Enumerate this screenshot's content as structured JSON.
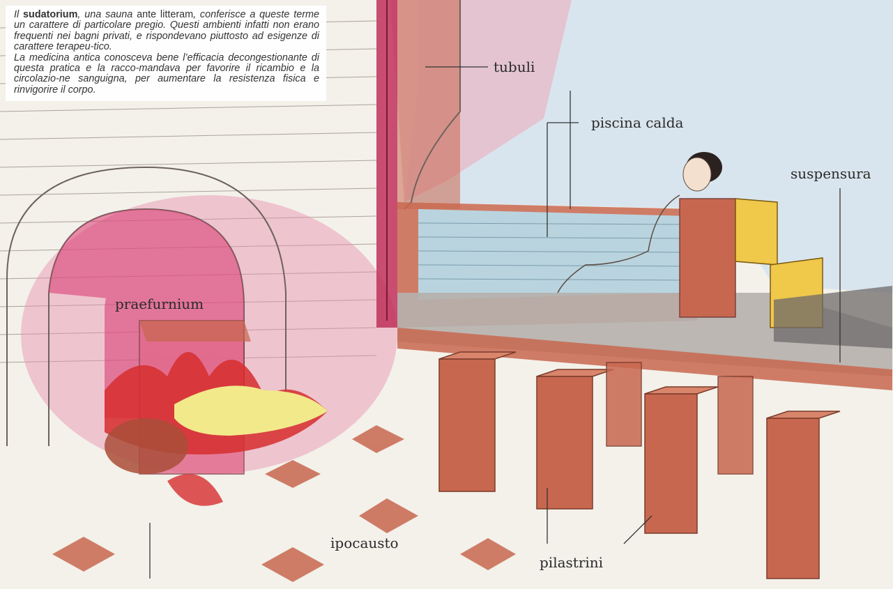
{
  "caption": {
    "p1": {
      "w1": "Il",
      "term": "sudatorium",
      "w2": ", una sauna",
      "w3": "ante litteram",
      "w4": ", conferisce a queste terme un carattere di particolare pregio. Questi ambienti infatti non erano frequenti nei bagni privati, e rispondevano piuttosto ad esigenze di carattere terapeu-tico."
    },
    "p2": "La medicina antica conosceva bene l’efficacia decongestionante di questa pratica e la racco-mandava per favorire il ricambio e la circolazio-ne sanguigna, per aumentare la resistenza fisica e rinvigorire il corpo."
  },
  "labels": {
    "tubuli": "tubuli",
    "piscina_calda": "piscina calda",
    "suspensura": "suspensura",
    "praefurnium": "praefurnium",
    "ipocausto": "ipocausto",
    "pilastrini": "pilastrini"
  },
  "colors": {
    "brick": "#c8674f",
    "brick_dark": "#a94d38",
    "flame_red": "#d62e2e",
    "flame_yellow": "#f2e98a",
    "water": "#b9d4df",
    "sky": "#cfe1ee",
    "bench": "#f0c84a",
    "stone": "#b6b0ac",
    "pink_wall": "#e9a8b8"
  }
}
